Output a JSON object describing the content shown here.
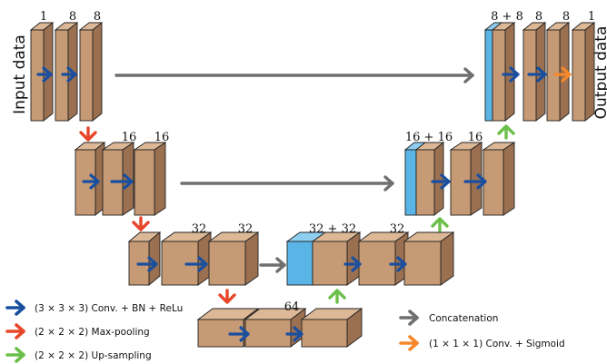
{
  "colors": {
    "block_front": "#c69a74",
    "block_top": "#dcb896",
    "block_side": "#9b7051",
    "concat_front": "#5ab4e5",
    "concat_top": "#8fd0f1",
    "concat_side": "#3f8fbd",
    "outline": "#222222",
    "conv": "#1a4fa0",
    "pool": "#e8462a",
    "up": "#6cc04a",
    "concat": "#6f6f6f",
    "final": "#f6872b"
  },
  "io": {
    "input_label": "Input data",
    "output_label": "Output data"
  },
  "channel_labels": {
    "enc1_a": "1",
    "enc1_b": "8",
    "enc1_c": "8",
    "enc2_b": "16",
    "enc2_c": "16",
    "enc3_b": "32",
    "enc3_c": "32",
    "bott_b": "64",
    "dec3_a": "32 + 32",
    "dec3_c": "32",
    "dec2_a": "16 + 16",
    "dec2_c": "16",
    "dec1_a": "8 + 8",
    "dec1_b": "8",
    "dec1_c": "8",
    "dec1_d": "1"
  },
  "legend": {
    "conv": "(3 × 3 × 3) Conv. + BN + ReLu",
    "pool": "(2 × 2 × 2) Max-pooling",
    "up": "(2 × 2 × 2) Up-sampling",
    "concat": "Concatenation",
    "final": "(1 × 1 × 1) Conv. + Sigmoid"
  },
  "arrow_icons": [
    "conv-arrow-icon",
    "pool-arrow-icon",
    "up-arrow-icon",
    "concat-arrow-icon",
    "final-arrow-icon"
  ]
}
